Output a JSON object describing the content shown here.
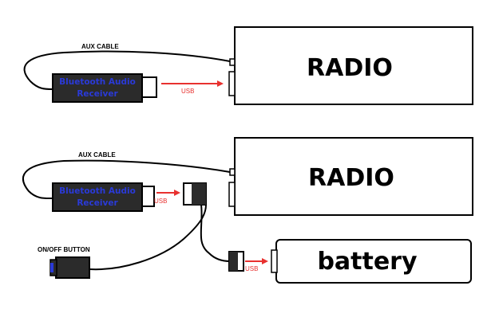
{
  "diagram1": {
    "aux_label": "AUX CABLE",
    "bt_line1": "Bluetooth Audio",
    "bt_line2": "Receiver",
    "usb_label": "USB",
    "radio_label": "RADIO"
  },
  "diagram2": {
    "aux_label": "AUX CABLE",
    "bt_line1": "Bluetooth Audio",
    "bt_line2": "Receiver",
    "usb_label_1": "USB",
    "radio_label": "RADIO",
    "button_label": "ON/OFF BUTTON",
    "usb_label_2": "USB",
    "battery_label": "battery"
  },
  "colors": {
    "arrow": "#e8312f",
    "bt_text": "#2a3ad8",
    "receiver_body": "#2b2b2b",
    "button_accent": "#2a3ad8"
  }
}
